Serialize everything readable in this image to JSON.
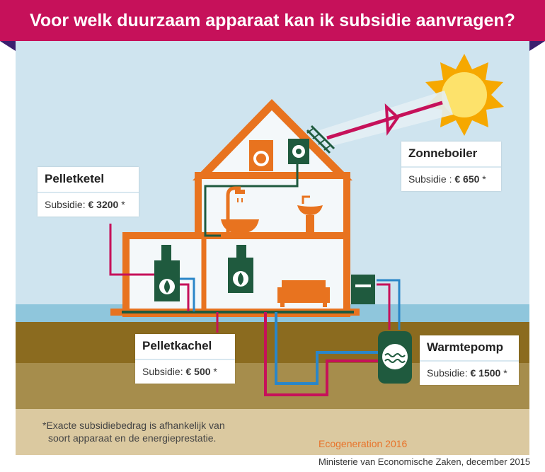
{
  "title": "Voor welk duurzaam apparaat kan ik subsidie aanvragen?",
  "labels": {
    "pelletketel": {
      "name": "Pelletketel",
      "subsidy_prefix": "Subsidie: ",
      "amount": "€ 3200",
      "suffix": " *"
    },
    "zonneboiler": {
      "name": "Zonneboiler",
      "subsidy_prefix": "Subsidie : ",
      "amount": "€ 650",
      "suffix": " *"
    },
    "pelletkachel": {
      "name": "Pelletkachel",
      "subsidy_prefix": "Subsidie: ",
      "amount": "€ 500",
      "suffix": " *"
    },
    "warmtepomp": {
      "name": "Warmtepomp",
      "subsidy_prefix": "Subsidie: ",
      "amount": "€ 1500",
      "suffix": " *"
    }
  },
  "footnote": {
    "line1": "*Exacte subsidiebedrag is afhankelijk van",
    "line2": "soort apparaat en de energieprestatie."
  },
  "credits": {
    "source": "Ecogeneration 2016",
    "publisher": "Ministerie van Economische Zaken, december 2015"
  },
  "colors": {
    "banner": "#c6115a",
    "house": "#e8731f",
    "appliance_green": "#1f5a3e",
    "pipe_magenta": "#c6115a",
    "pipe_blue": "#2a86c8",
    "sky": "#cfe4ef",
    "ground": "#8b6b1f",
    "sun": "#f6a800"
  },
  "icons": [
    "sun-icon",
    "solar-collector-icon",
    "washing-machine-icon",
    "shower-icon",
    "sink-icon",
    "stove-icon",
    "sofa-icon",
    "heat-pump-tank-icon",
    "controller-icon"
  ]
}
